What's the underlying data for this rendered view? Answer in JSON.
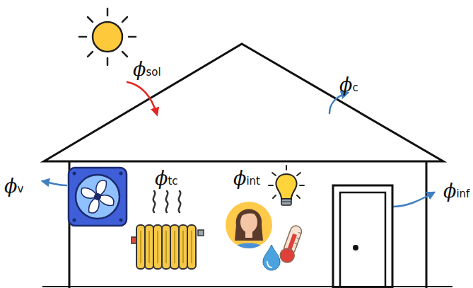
{
  "diagram": {
    "labels": [
      "ϕsol",
      "ϕc",
      "ϕv",
      "ϕtc",
      "ϕint",
      "ϕinf"
    ]
  }
}
